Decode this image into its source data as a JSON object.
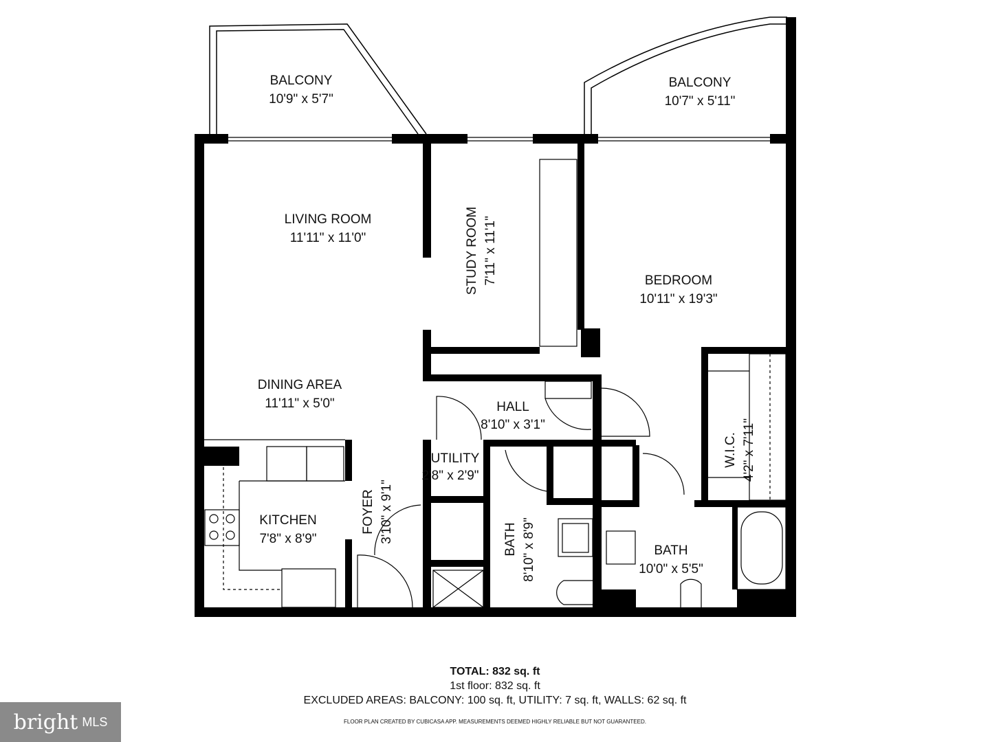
{
  "rooms": {
    "balcony_left": {
      "name": "BALCONY",
      "size": "10'9\" x 5'7\""
    },
    "balcony_right": {
      "name": "BALCONY",
      "size": "10'7\" x 5'11\""
    },
    "living": {
      "name": "LIVING ROOM",
      "size": "11'11\" x 11'0\""
    },
    "study": {
      "name": "STUDY ROOM",
      "size": "7'11\" x 11'1\""
    },
    "bedroom": {
      "name": "BEDROOM",
      "size": "10'11\" x 19'3\""
    },
    "dining": {
      "name": "DINING AREA",
      "size": "11'11\" x 5'0\""
    },
    "hall": {
      "name": "HALL",
      "size": "8'10\" x 3'1\""
    },
    "utility": {
      "name": "UTILITY",
      "size": "2'8\" x 2'9\""
    },
    "wic": {
      "name": "W.I.C.",
      "size": "4'2\" x 7'11\""
    },
    "kitchen": {
      "name": "KITCHEN",
      "size": "7'8\" x 8'9\""
    },
    "foyer": {
      "name": "FOYER",
      "size": "3'10\" x 9'1\""
    },
    "bath1": {
      "name": "BATH",
      "size": "8'10\" x 8'9\""
    },
    "bath2": {
      "name": "BATH",
      "size": "10'0\" x 5'5\""
    }
  },
  "summary": {
    "total": "TOTAL: 832 sq. ft",
    "floor": "1st floor: 832 sq. ft",
    "excluded": "EXCLUDED AREAS: BALCONY: 100 sq. ft, UTILITY: 7 sq. ft, WALLS: 62 sq. ft",
    "disclaimer": "FLOOR PLAN CREATED BY CUBICASA APP. MEASUREMENTS DEEMED HIGHLY RELIABLE BUT NOT GUARANTEED."
  },
  "logo": {
    "brand": "bright",
    "suffix": "MLS"
  },
  "colors": {
    "wall": "#000000",
    "logo_bg": "#8a8a8a"
  }
}
